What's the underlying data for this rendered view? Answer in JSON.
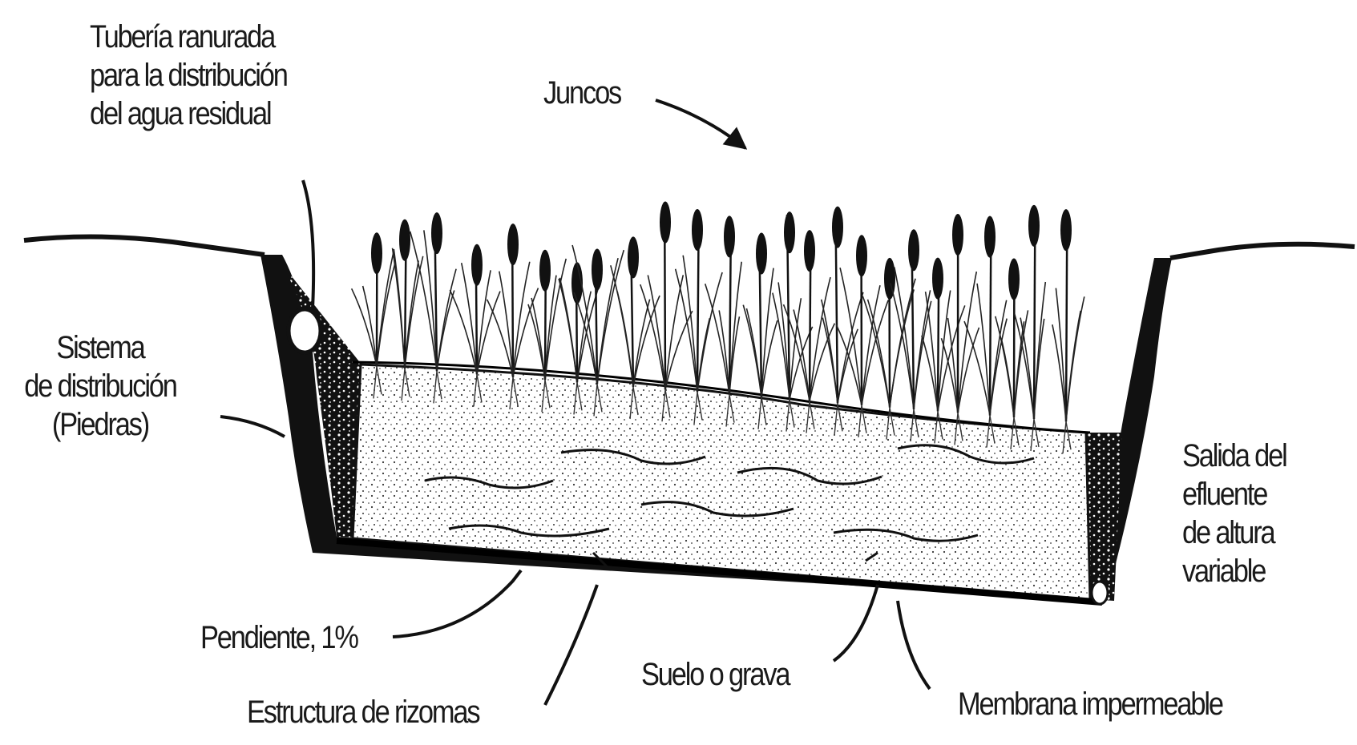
{
  "diagram": {
    "labels": {
      "pipe": [
        "Tubería ranurada",
        "para la distribución",
        "del agua residual"
      ],
      "reeds": "Juncos",
      "distribution": [
        "Sistema",
        "de distribución",
        "(Piedras)"
      ],
      "outlet": [
        "Salida del",
        "efluente",
        "de altura",
        "variable"
      ],
      "slope": "Pendiente, 1%",
      "soil": "Suelo o grava",
      "rhizomes": "Estructura de rizomas",
      "membrane": "Membrana impermeable"
    }
  }
}
